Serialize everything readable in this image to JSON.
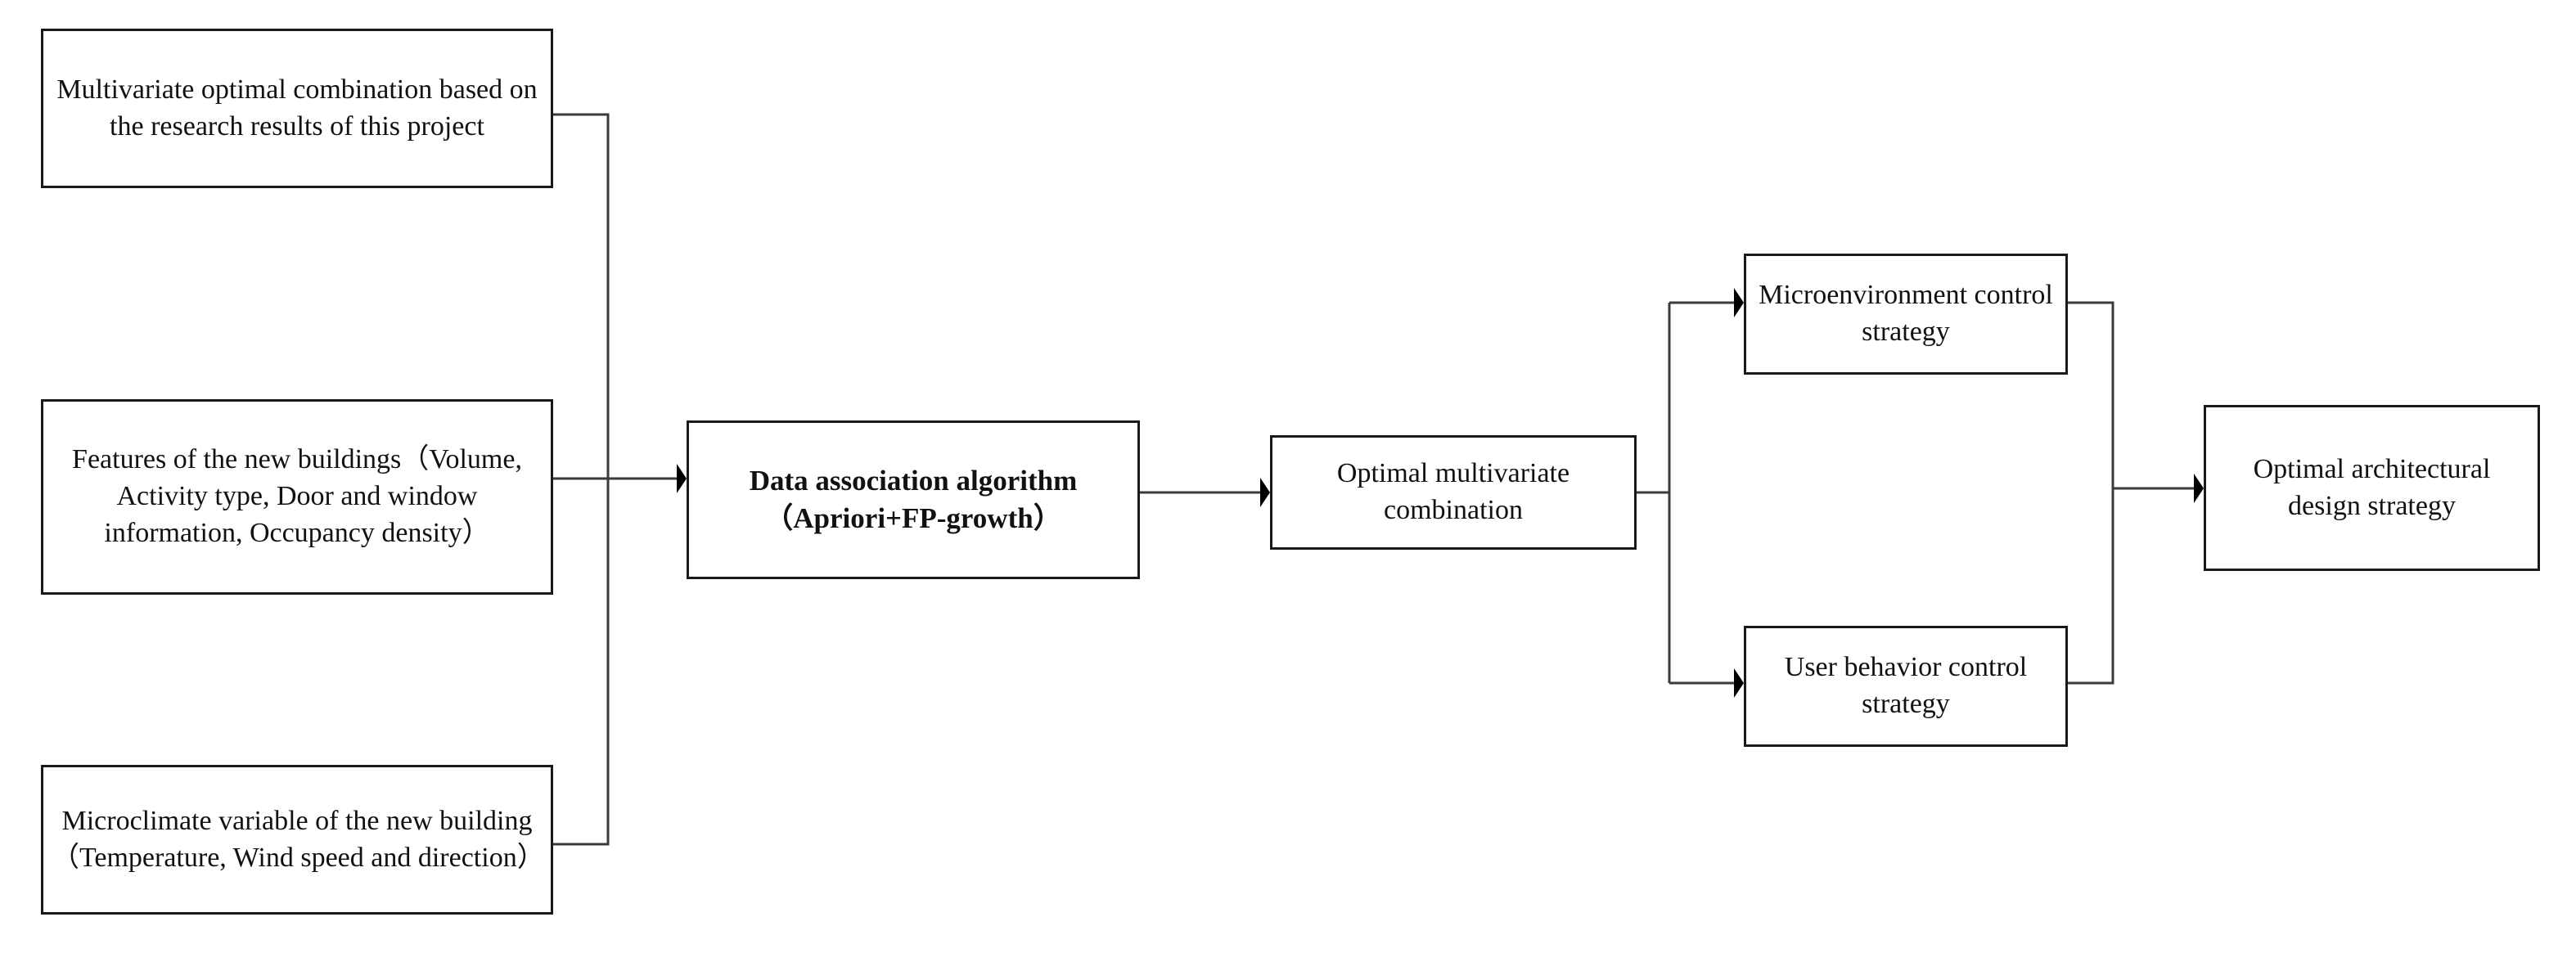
{
  "diagram": {
    "type": "flowchart",
    "title": "",
    "nodes": [
      {
        "id": "multivariate-optimal",
        "text": "Multivariate optimal combination based on the research results of this project",
        "bold": false
      },
      {
        "id": "building-features",
        "text": "Features of the new buildings（Volume, Activity type, Door and window information, Occupancy density）",
        "bold": false
      },
      {
        "id": "microclimate",
        "text": "Microclimate variable of the new building（Temperature, Wind speed and direction）",
        "bold": false
      },
      {
        "id": "data-association",
        "text": "Data association algorithm（Apriori+FP-growth）",
        "bold": true
      },
      {
        "id": "optimal-combination",
        "text": "Optimal multivariate combination",
        "bold": false
      },
      {
        "id": "microenvironment",
        "text": "Microenvironment control strategy",
        "bold": false
      },
      {
        "id": "user-behavior",
        "text": "User behavior control strategy",
        "bold": false
      },
      {
        "id": "design-strategy",
        "text": "Optimal architectural design strategy",
        "bold": false
      }
    ],
    "edges": [
      {
        "from": "multivariate-optimal",
        "to": "data-association",
        "arrow": true
      },
      {
        "from": "building-features",
        "to": "data-association",
        "arrow": true
      },
      {
        "from": "microclimate",
        "to": "data-association",
        "arrow": true
      },
      {
        "from": "data-association",
        "to": "optimal-combination",
        "arrow": true
      },
      {
        "from": "optimal-combination",
        "to": "microenvironment",
        "arrow": true
      },
      {
        "from": "optimal-combination",
        "to": "user-behavior",
        "arrow": true
      },
      {
        "from": "microenvironment",
        "to": "design-strategy",
        "arrow": true
      },
      {
        "from": "user-behavior",
        "to": "design-strategy",
        "arrow": true
      }
    ],
    "colors": {
      "box_border": "#1a1a1a",
      "box_fill": "#ffffff",
      "edge_stroke": "#3a3a3a",
      "arrowhead_fill": "#000000",
      "text": "#111111",
      "background": "#ffffff"
    }
  }
}
